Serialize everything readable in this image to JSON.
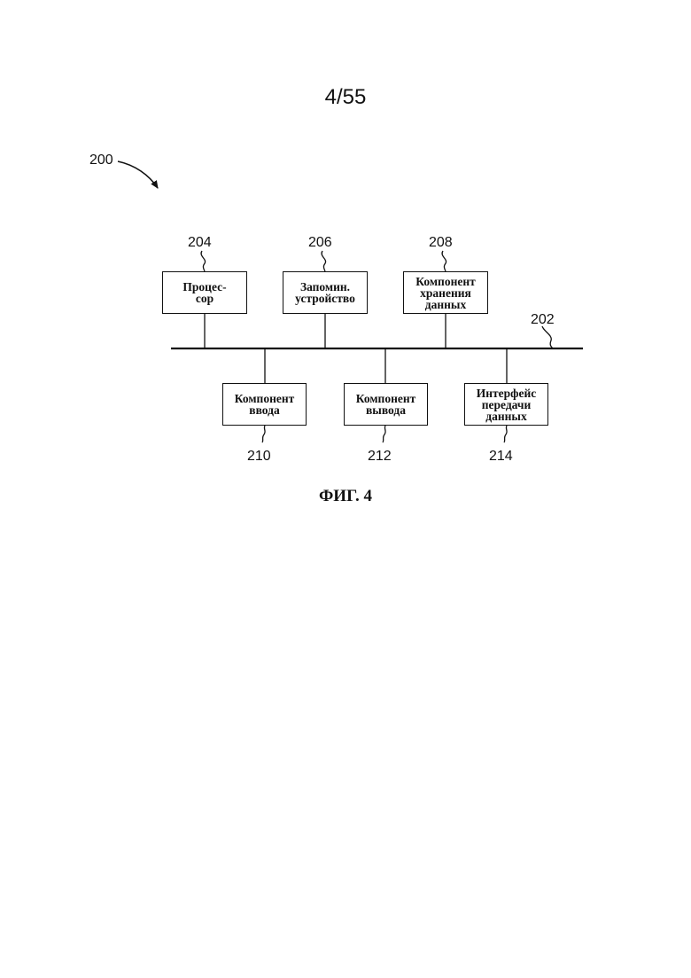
{
  "page_number": "4/55",
  "figure_ref": "200",
  "bus_ref": "202",
  "caption": "ФИГ. 4",
  "components": [
    {
      "ref": "204",
      "lines": [
        "Процес-",
        "сор"
      ]
    },
    {
      "ref": "206",
      "lines": [
        "Запомин.",
        "устройство"
      ]
    },
    {
      "ref": "208",
      "lines": [
        "Компонент",
        "хранения",
        "данных"
      ]
    },
    {
      "ref": "210",
      "lines": [
        "Компонент",
        "ввода"
      ]
    },
    {
      "ref": "212",
      "lines": [
        "Компонент",
        "вывода"
      ]
    },
    {
      "ref": "214",
      "lines": [
        "Интерфейс",
        "передачи",
        "данных"
      ]
    }
  ]
}
